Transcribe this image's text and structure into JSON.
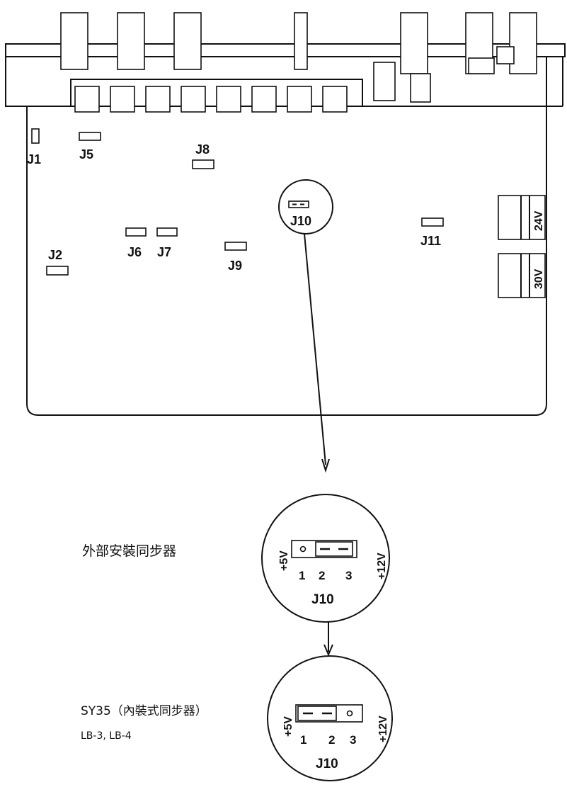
{
  "board": {
    "jumpers": [
      "J1",
      "J2",
      "J5",
      "J6",
      "J7",
      "J8",
      "J9",
      "J10",
      "J11"
    ],
    "connectors": [
      "24V",
      "30V"
    ]
  },
  "detail_top": {
    "caption": "外部安裝同步器",
    "label_left": "+5V",
    "label_right": "+12V",
    "pins": [
      "1",
      "2",
      "3"
    ],
    "name": "J10"
  },
  "detail_bottom": {
    "caption_line1": "SY35（內裝式同步器）",
    "caption_line2": "LB-3, LB-4",
    "label_left": "+5V",
    "label_right": "+12V",
    "pins": [
      "1",
      "2",
      "3"
    ],
    "name": "J10"
  }
}
